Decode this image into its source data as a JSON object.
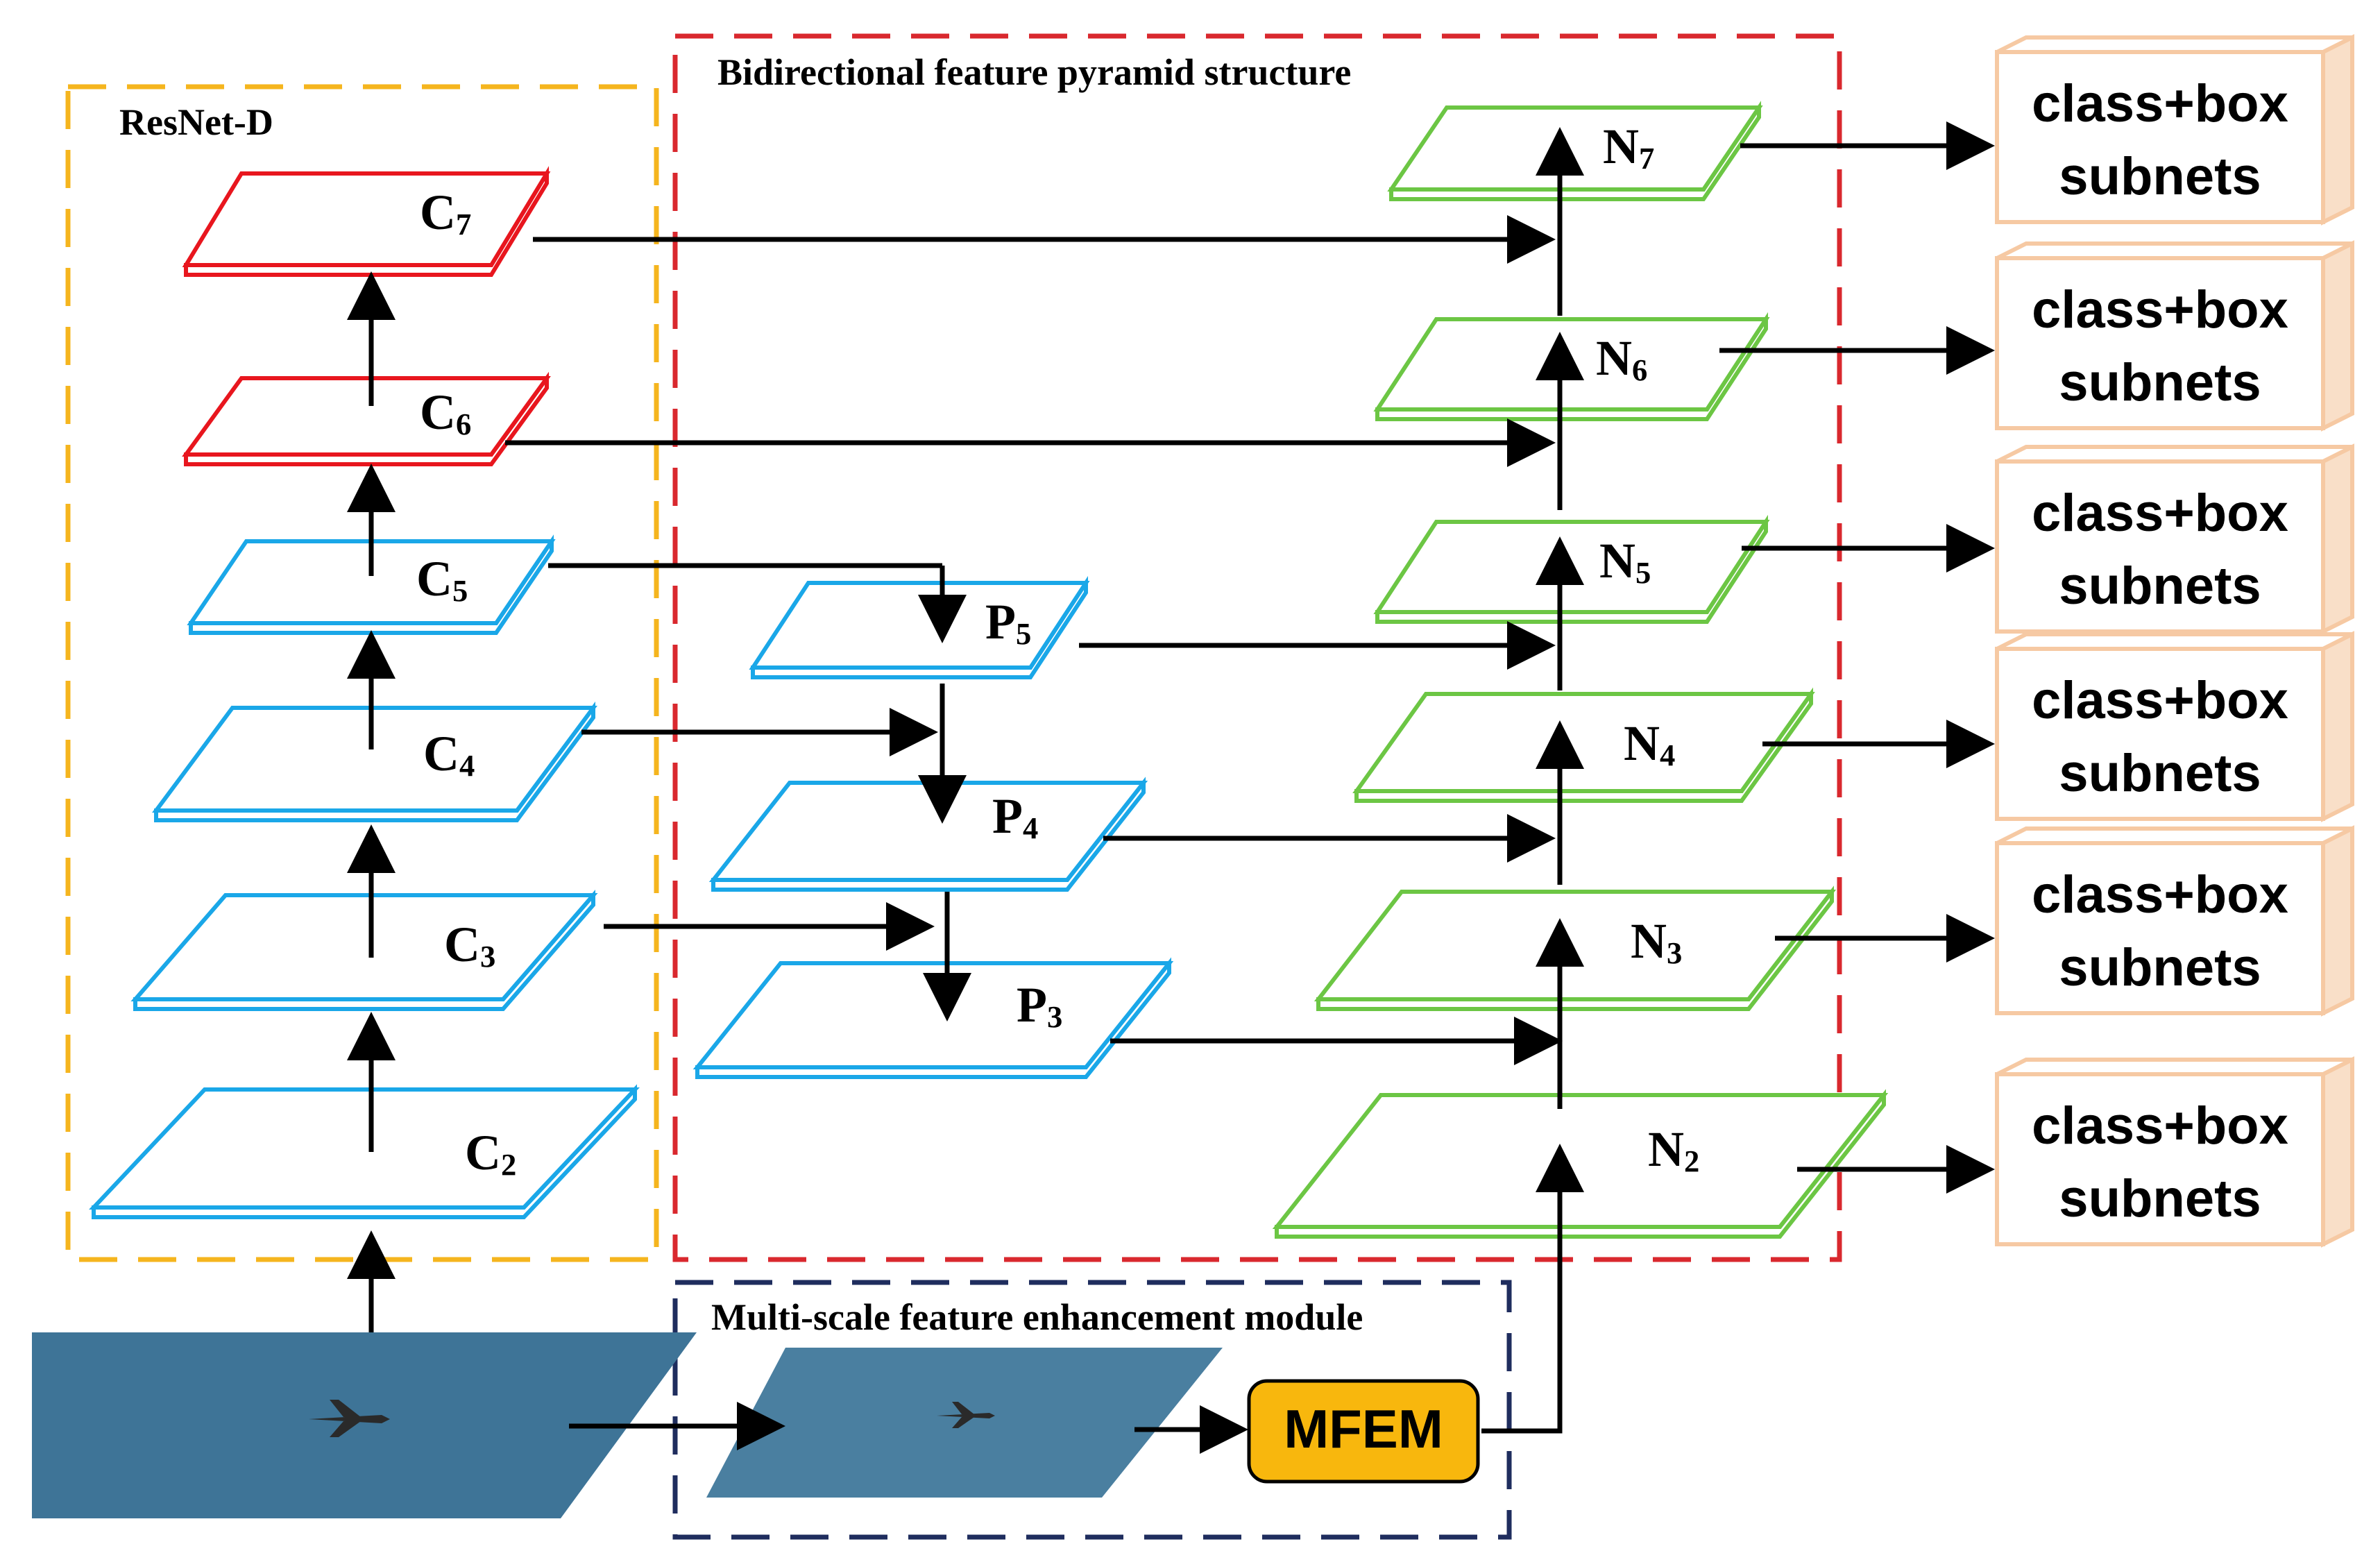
{
  "regions": {
    "backbone": {
      "title": "ResNet-D",
      "color": "#f5b51e"
    },
    "pyramid": {
      "title": "Bidirectional feature pyramid structure",
      "color": "#d9282e"
    },
    "mfem_region": {
      "title": "Multi-scale feature enhancement module",
      "color": "#1f2d5e"
    }
  },
  "backbone_layers": [
    {
      "letter": "C",
      "index": "7",
      "color": "red"
    },
    {
      "letter": "C",
      "index": "6",
      "color": "red"
    },
    {
      "letter": "C",
      "index": "5",
      "color": "blue"
    },
    {
      "letter": "C",
      "index": "4",
      "color": "blue"
    },
    {
      "letter": "C",
      "index": "3",
      "color": "blue"
    },
    {
      "letter": "C",
      "index": "2",
      "color": "blue"
    }
  ],
  "topdown_layers": [
    {
      "letter": "P",
      "index": "5"
    },
    {
      "letter": "P",
      "index": "4"
    },
    {
      "letter": "P",
      "index": "3"
    }
  ],
  "bottomup_layers": [
    {
      "letter": "N",
      "index": "7"
    },
    {
      "letter": "N",
      "index": "6"
    },
    {
      "letter": "N",
      "index": "5"
    },
    {
      "letter": "N",
      "index": "4"
    },
    {
      "letter": "N",
      "index": "3"
    },
    {
      "letter": "N",
      "index": "2"
    }
  ],
  "subnets": [
    {
      "line1": "class+box",
      "line2": "subnets"
    },
    {
      "line1": "class+box",
      "line2": "subnets"
    },
    {
      "line1": "class+box",
      "line2": "subnets"
    },
    {
      "line1": "class+box",
      "line2": "subnets"
    },
    {
      "line1": "class+box",
      "line2": "subnets"
    },
    {
      "line1": "class+box",
      "line2": "subnets"
    }
  ],
  "mfem": {
    "label": "MFEM",
    "color": "#f8b70d"
  },
  "colors": {
    "red": "#e8161e",
    "blue": "#1aa7e8",
    "green": "#6cc644",
    "subnet": "#f6c9a3",
    "image": "#3e7497",
    "arrow": "#000000"
  }
}
